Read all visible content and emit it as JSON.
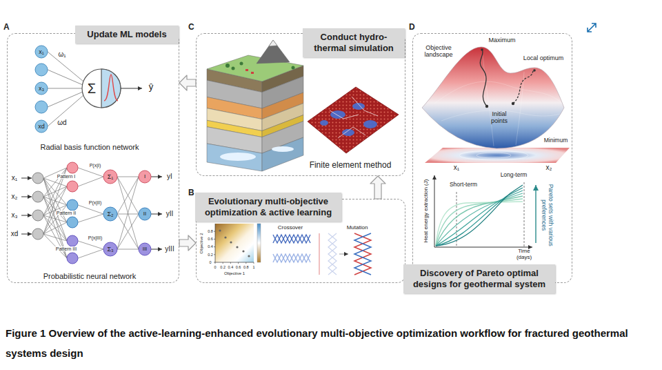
{
  "diagram": {
    "caption": "Figure 1 Overview of the active-learning-enhanced evolutionary multi-objective optimization workflow for fractured geothermal systems design",
    "nodes": [
      {
        "text": [
          "A"
        ]
      },
      {
        "text": [
          "Update ML models"
        ],
        "in": 0
      },
      {
        "text": [
          "C"
        ]
      },
      {
        "text": [
          "Conduct hydro- thermal simulation"
        ],
        "in": 2
      },
      {
        "text": [
          "B"
        ]
      },
      {
        "text": [
          "Evolutionary multi-objective optimization & active learning"
        ],
        "in": 4
      },
      {
        "text": [
          "D"
        ]
      },
      {
        "text": [
          "Discovery of Pareto optimal designs for geothermal system"
        ],
        "in": 6
      }
    ],
    "edges": [
      {
        "from": 2,
        "to": 0,
        "arrow": "to"
      },
      {
        "from": 0,
        "to": 4,
        "arrow": "to"
      },
      {
        "from": 4,
        "to": 2,
        "arrow": "to"
      }
    ],
    "labels": [
      "Radial basis function network",
      "x₁",
      "x₃",
      "xd",
      "ω₁",
      "ωd",
      "Σ",
      "ŷ",
      "Probabilistic neural network",
      "x₁",
      "x₂",
      "x₃",
      "xd",
      "Pattern I",
      "Pattern II",
      "Pattern III",
      "P(x|I)",
      "P(x|II)",
      "P(x|III)",
      "Σ₁",
      "Σ₂",
      "Σ₃",
      "I",
      "II",
      "III",
      "yI",
      "yII",
      "yIII",
      "Finite element method",
      "Objective 2",
      "Objective 1",
      "0",
      "0.2",
      "0.4",
      "0.6",
      "0.8",
      "0",
      "0.2",
      "0.4",
      "0.6",
      "0.8",
      "1",
      "Crossover",
      "Mutation",
      "Objective landscape",
      "Maximum",
      "Local optimum",
      "Initial points",
      "Minimum",
      "x₁",
      "x₂",
      "Heat energy extraction (J)",
      "Short-term",
      "Long-term",
      "Pareto sets with various preferences",
      "Time (days)"
    ]
  }
}
